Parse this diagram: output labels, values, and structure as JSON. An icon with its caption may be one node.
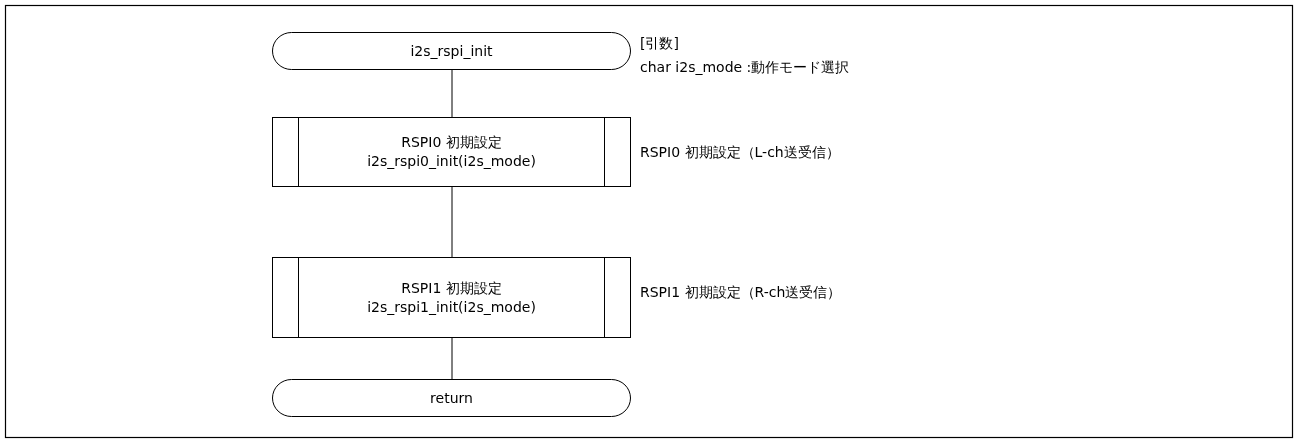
{
  "diagram": {
    "nodes": [
      {
        "text": [
          "i2s_rspi_init"
        ],
        "beside": [
          "[引数]",
          "char i2s_mode :動作モード選択"
        ]
      },
      {
        "text": [
          "RSPI0 初期設定",
          "i2s_rspi0_init(i2s_mode)"
        ],
        "beside": [
          "RSPI0 初期設定（L-ch送受信）"
        ]
      },
      {
        "text": [
          "RSPI1 初期設定",
          "i2s_rspi1_init(i2s_mode)"
        ],
        "beside": [
          "RSPI1 初期設定（R-ch送受信）"
        ]
      },
      {
        "text": [
          "return"
        ]
      }
    ],
    "edges": [
      {
        "from": 0,
        "to": 1,
        "arrow": "none"
      },
      {
        "from": 1,
        "to": 2,
        "arrow": "none"
      },
      {
        "from": 2,
        "to": 3,
        "arrow": "none"
      }
    ]
  }
}
